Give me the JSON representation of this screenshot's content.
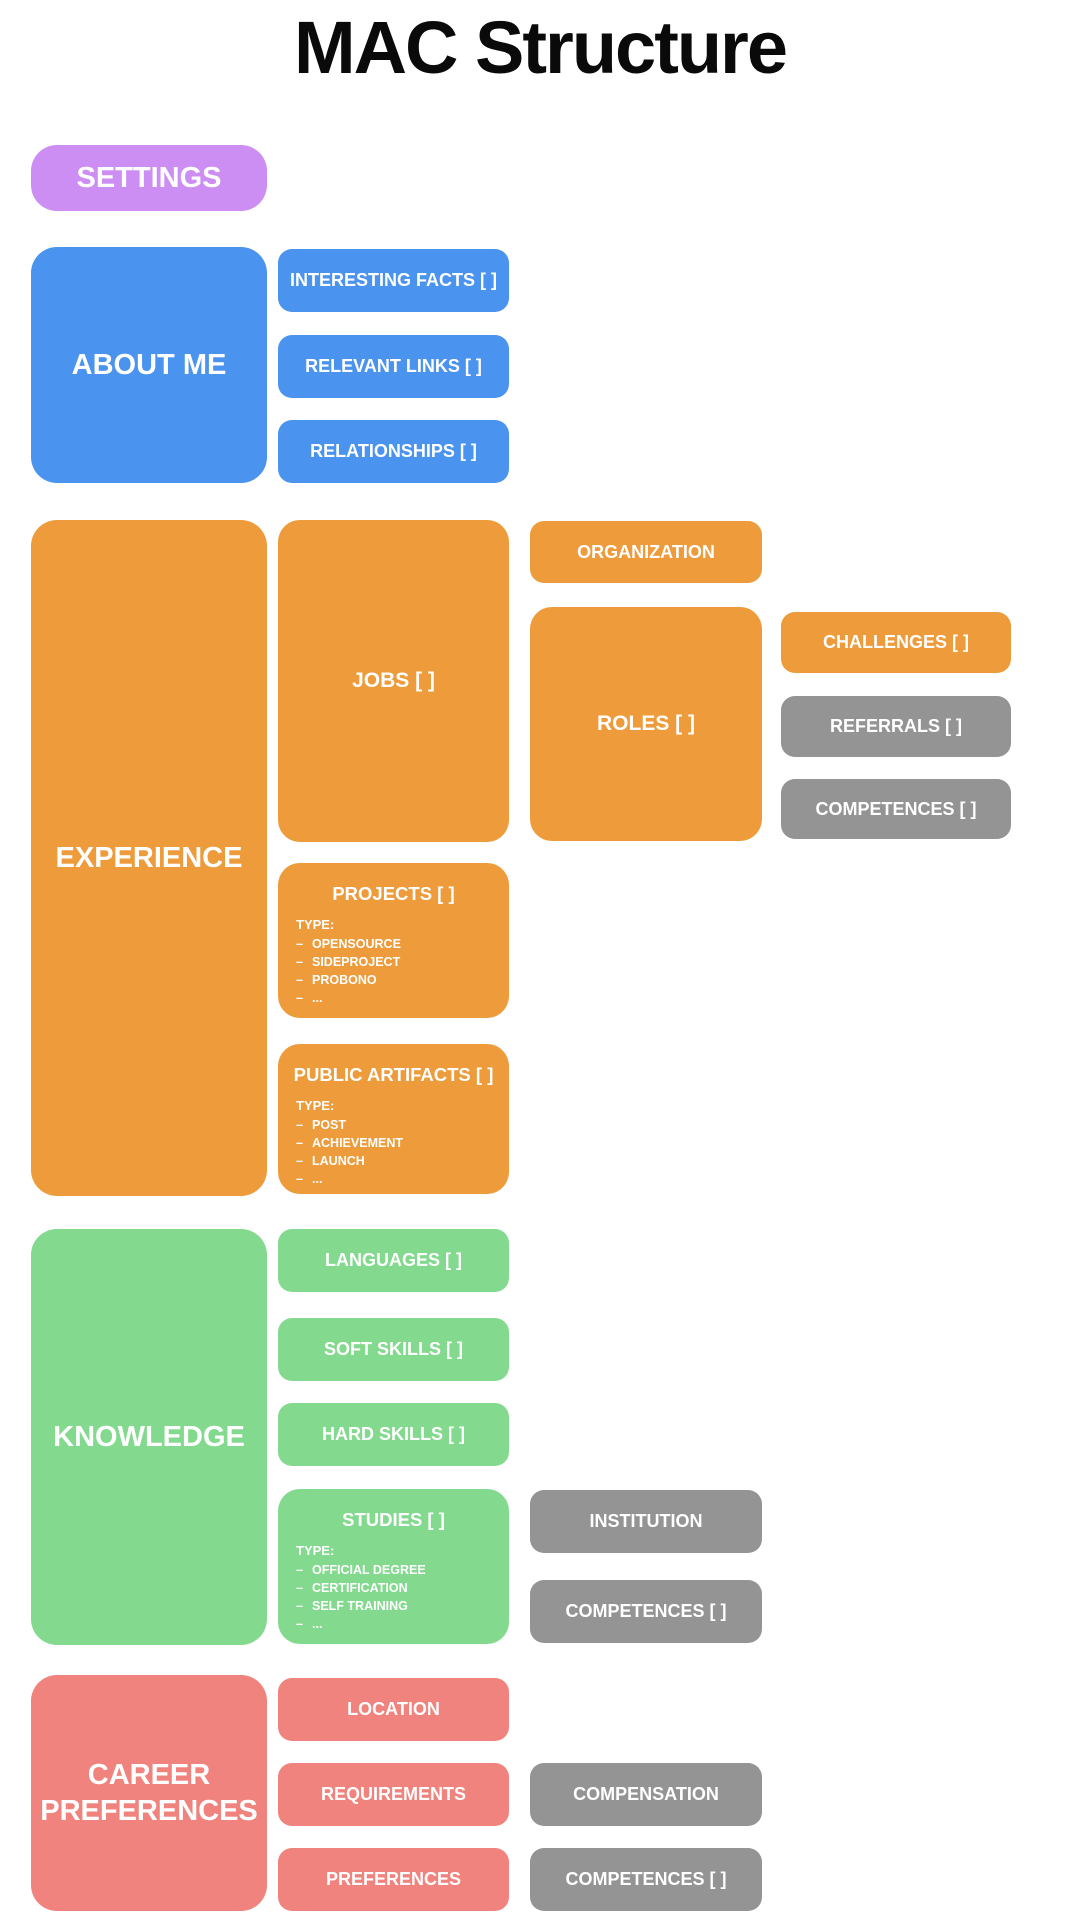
{
  "title": "MAC Structure",
  "palette": {
    "purple": "#cd8ef3",
    "blue": "#4a93ee",
    "orange": "#ed9b3b",
    "green": "#83d98e",
    "red": "#f0837d",
    "gray": "#949494"
  },
  "tree": {
    "settings": {
      "label": "SETTINGS"
    },
    "about_me": {
      "label": "ABOUT ME",
      "children": [
        {
          "label": "INTERESTING FACTS [ ]"
        },
        {
          "label": "RELEVANT LINKS [ ]"
        },
        {
          "label": "RELATIONSHIPS [ ]"
        }
      ]
    },
    "experience": {
      "label": "EXPERIENCE",
      "jobs": {
        "label": "JOBS [ ]",
        "organization": {
          "label": "ORGANIZATION"
        },
        "roles": {
          "label": "ROLES [ ]",
          "children": [
            {
              "label": "CHALLENGES [ ]"
            },
            {
              "label": "REFERRALS [ ]"
            },
            {
              "label": "COMPETENCES [ ]"
            }
          ]
        }
      },
      "projects": {
        "label": "PROJECTS [ ]",
        "type_heading": "TYPE:",
        "types": [
          "OPENSOURCE",
          "SIDEPROJECT",
          "PROBONO",
          "..."
        ]
      },
      "public_artifacts": {
        "label": "PUBLIC ARTIFACTS [ ]",
        "type_heading": "TYPE:",
        "types": [
          "POST",
          "ACHIEVEMENT",
          "LAUNCH",
          "..."
        ]
      }
    },
    "knowledge": {
      "label": "KNOWLEDGE",
      "children": [
        {
          "label": "LANGUAGES [ ]"
        },
        {
          "label": "SOFT SKILLS [ ]"
        },
        {
          "label": "HARD SKILLS [ ]"
        }
      ],
      "studies": {
        "label": "STUDIES [ ]",
        "type_heading": "TYPE:",
        "types": [
          "OFFICIAL DEGREE",
          "CERTIFICATION",
          "SELF TRAINING",
          "..."
        ],
        "children": [
          {
            "label": "INSTITUTION"
          },
          {
            "label": "COMPETENCES [ ]"
          }
        ]
      }
    },
    "career_preferences": {
      "label": "CAREER PREFERENCES",
      "children": [
        {
          "label": "LOCATION"
        },
        {
          "label": "REQUIREMENTS"
        },
        {
          "label": "PREFERENCES"
        }
      ],
      "requirements_children": [
        {
          "label": "COMPENSATION"
        }
      ],
      "preferences_children": [
        {
          "label": "COMPETENCES [ ]"
        }
      ]
    }
  }
}
